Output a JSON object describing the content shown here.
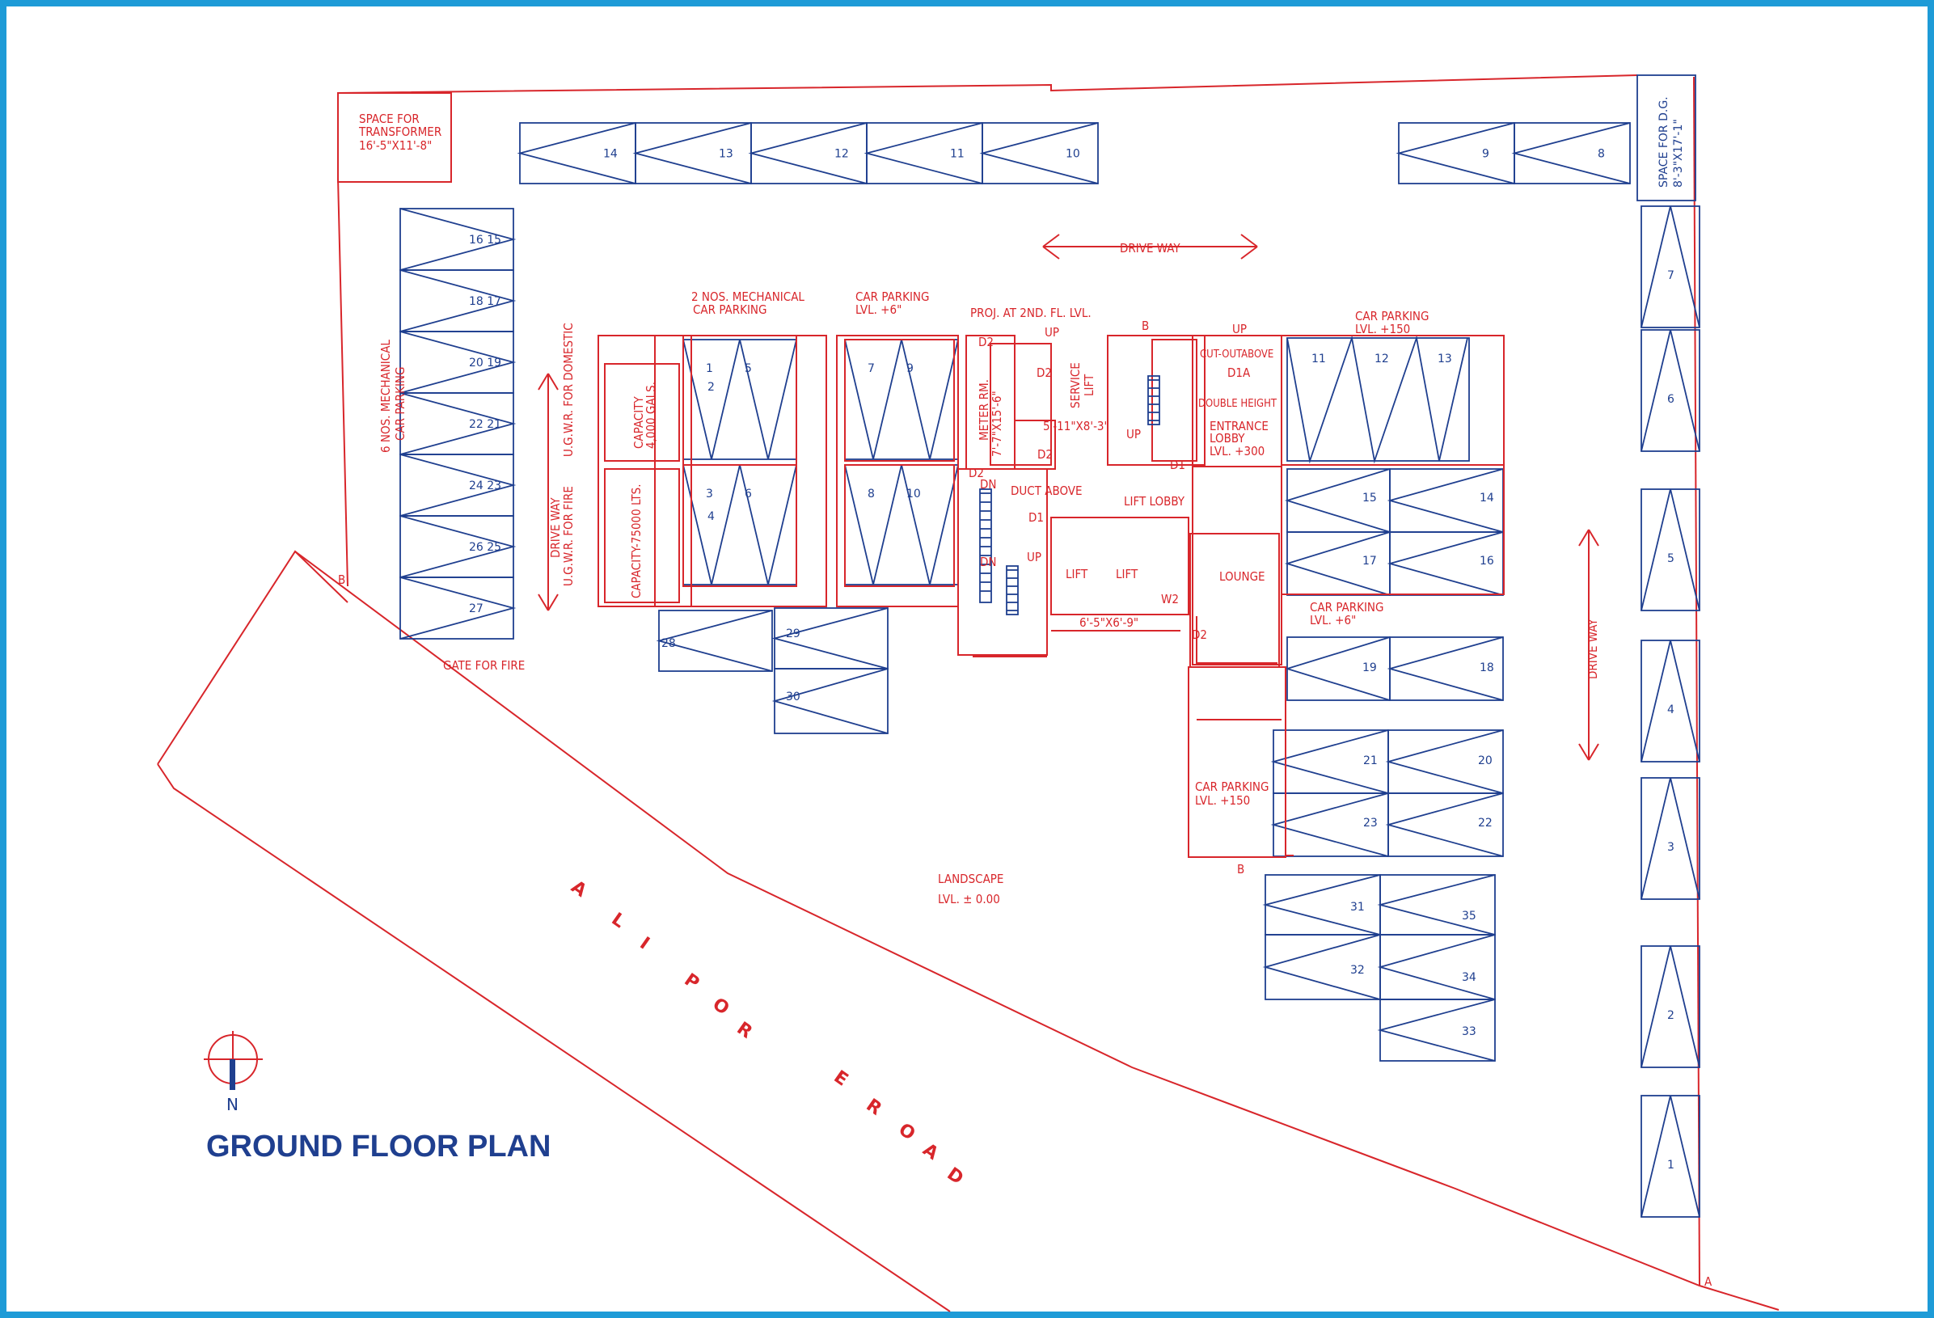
{
  "title": "GROUND FLOOR PLAN",
  "north": "N",
  "road_letters": [
    "A",
    "L",
    "I",
    "P",
    "O",
    "R",
    "E",
    "R",
    "O",
    "A",
    "D"
  ],
  "markers": {
    "a": "A",
    "b": "B"
  },
  "labels": {
    "transformer": [
      "SPACE FOR",
      "TRANSFORMER",
      "16'-5\"X11'-8\""
    ],
    "dg": [
      "SPACE FOR D.G.",
      "8'-3\"X17'-1\""
    ],
    "driveway": "DRIVE WAY",
    "mech6": [
      "6 NOS. MECHANICAL",
      "CAR PARKING"
    ],
    "ugwr": [
      "U.G.W.R. FOR FIRE",
      "U.G.W.R. FOR DOMESTIC"
    ],
    "mech2": [
      "2 NOS. MECHANICAL",
      "CAR PARKING"
    ],
    "carpark6": [
      "CAR PARKING",
      "LVL. +6\""
    ],
    "carpark150": [
      "CAR PARKING",
      "LVL. +150"
    ],
    "proj": "PROJ. AT 2ND. FL. LVL.",
    "cap1": [
      "CAPACITY",
      "4,000 GALS."
    ],
    "cap2": "CAPACITY-75000 LTS.",
    "meter": [
      "METER RM.",
      "7'-7\"X15'-6\""
    ],
    "service": [
      "SERVICE",
      "LIFT"
    ],
    "service_dim": "5'-11\"X8'-3\"",
    "duct": "DUCT ABOVE",
    "lift_lobby": "LIFT LOBBY",
    "lift": "LIFT",
    "lift_dim": "6'-5\"X6'-9\"",
    "lounge": "LOUNGE",
    "cutout": "CUT-OUTABOVE",
    "double": "DOUBLE HEIGHT",
    "entrance": [
      "ENTRANCE",
      "LOBBY",
      "LVL. +300"
    ],
    "gate": "GATE FOR FIRE",
    "landscape": [
      "LANDSCAPE",
      "LVL. ± 0.00"
    ],
    "doors": {
      "d1": "D1",
      "d1a": "D1A",
      "d2": "D2",
      "w2": "W2",
      "up": "UP",
      "dn": "DN"
    }
  },
  "parking": {
    "top_row": [
      "14",
      "13",
      "12",
      "11",
      "10"
    ],
    "top_right": [
      "9",
      "8"
    ],
    "left_col": [
      "16 15",
      "18 17",
      "20 19",
      "22 21",
      "24 23",
      "26 25",
      "27"
    ],
    "right_col": [
      "7",
      "6",
      "5",
      "4",
      "3",
      "2",
      "1"
    ],
    "mech_blocks": [
      "1",
      "2",
      "5",
      "3",
      "4",
      "6"
    ],
    "mid_blocks": [
      "7",
      "9",
      "8",
      "10"
    ],
    "bottom_left": [
      "28",
      "29",
      "30"
    ],
    "right_top": [
      "11",
      "12",
      "13"
    ],
    "right_mid": [
      "15",
      "14",
      "17",
      "16"
    ],
    "right_mid2": [
      "19",
      "18"
    ],
    "right_low": [
      "21",
      "20",
      "23",
      "22"
    ],
    "bottom_right": [
      "31",
      "35",
      "32",
      "34",
      "33"
    ]
  },
  "colors": {
    "frame": "#1e9bd7",
    "plan_red": "#d8262b",
    "plan_blue": "#1f3f8f"
  }
}
